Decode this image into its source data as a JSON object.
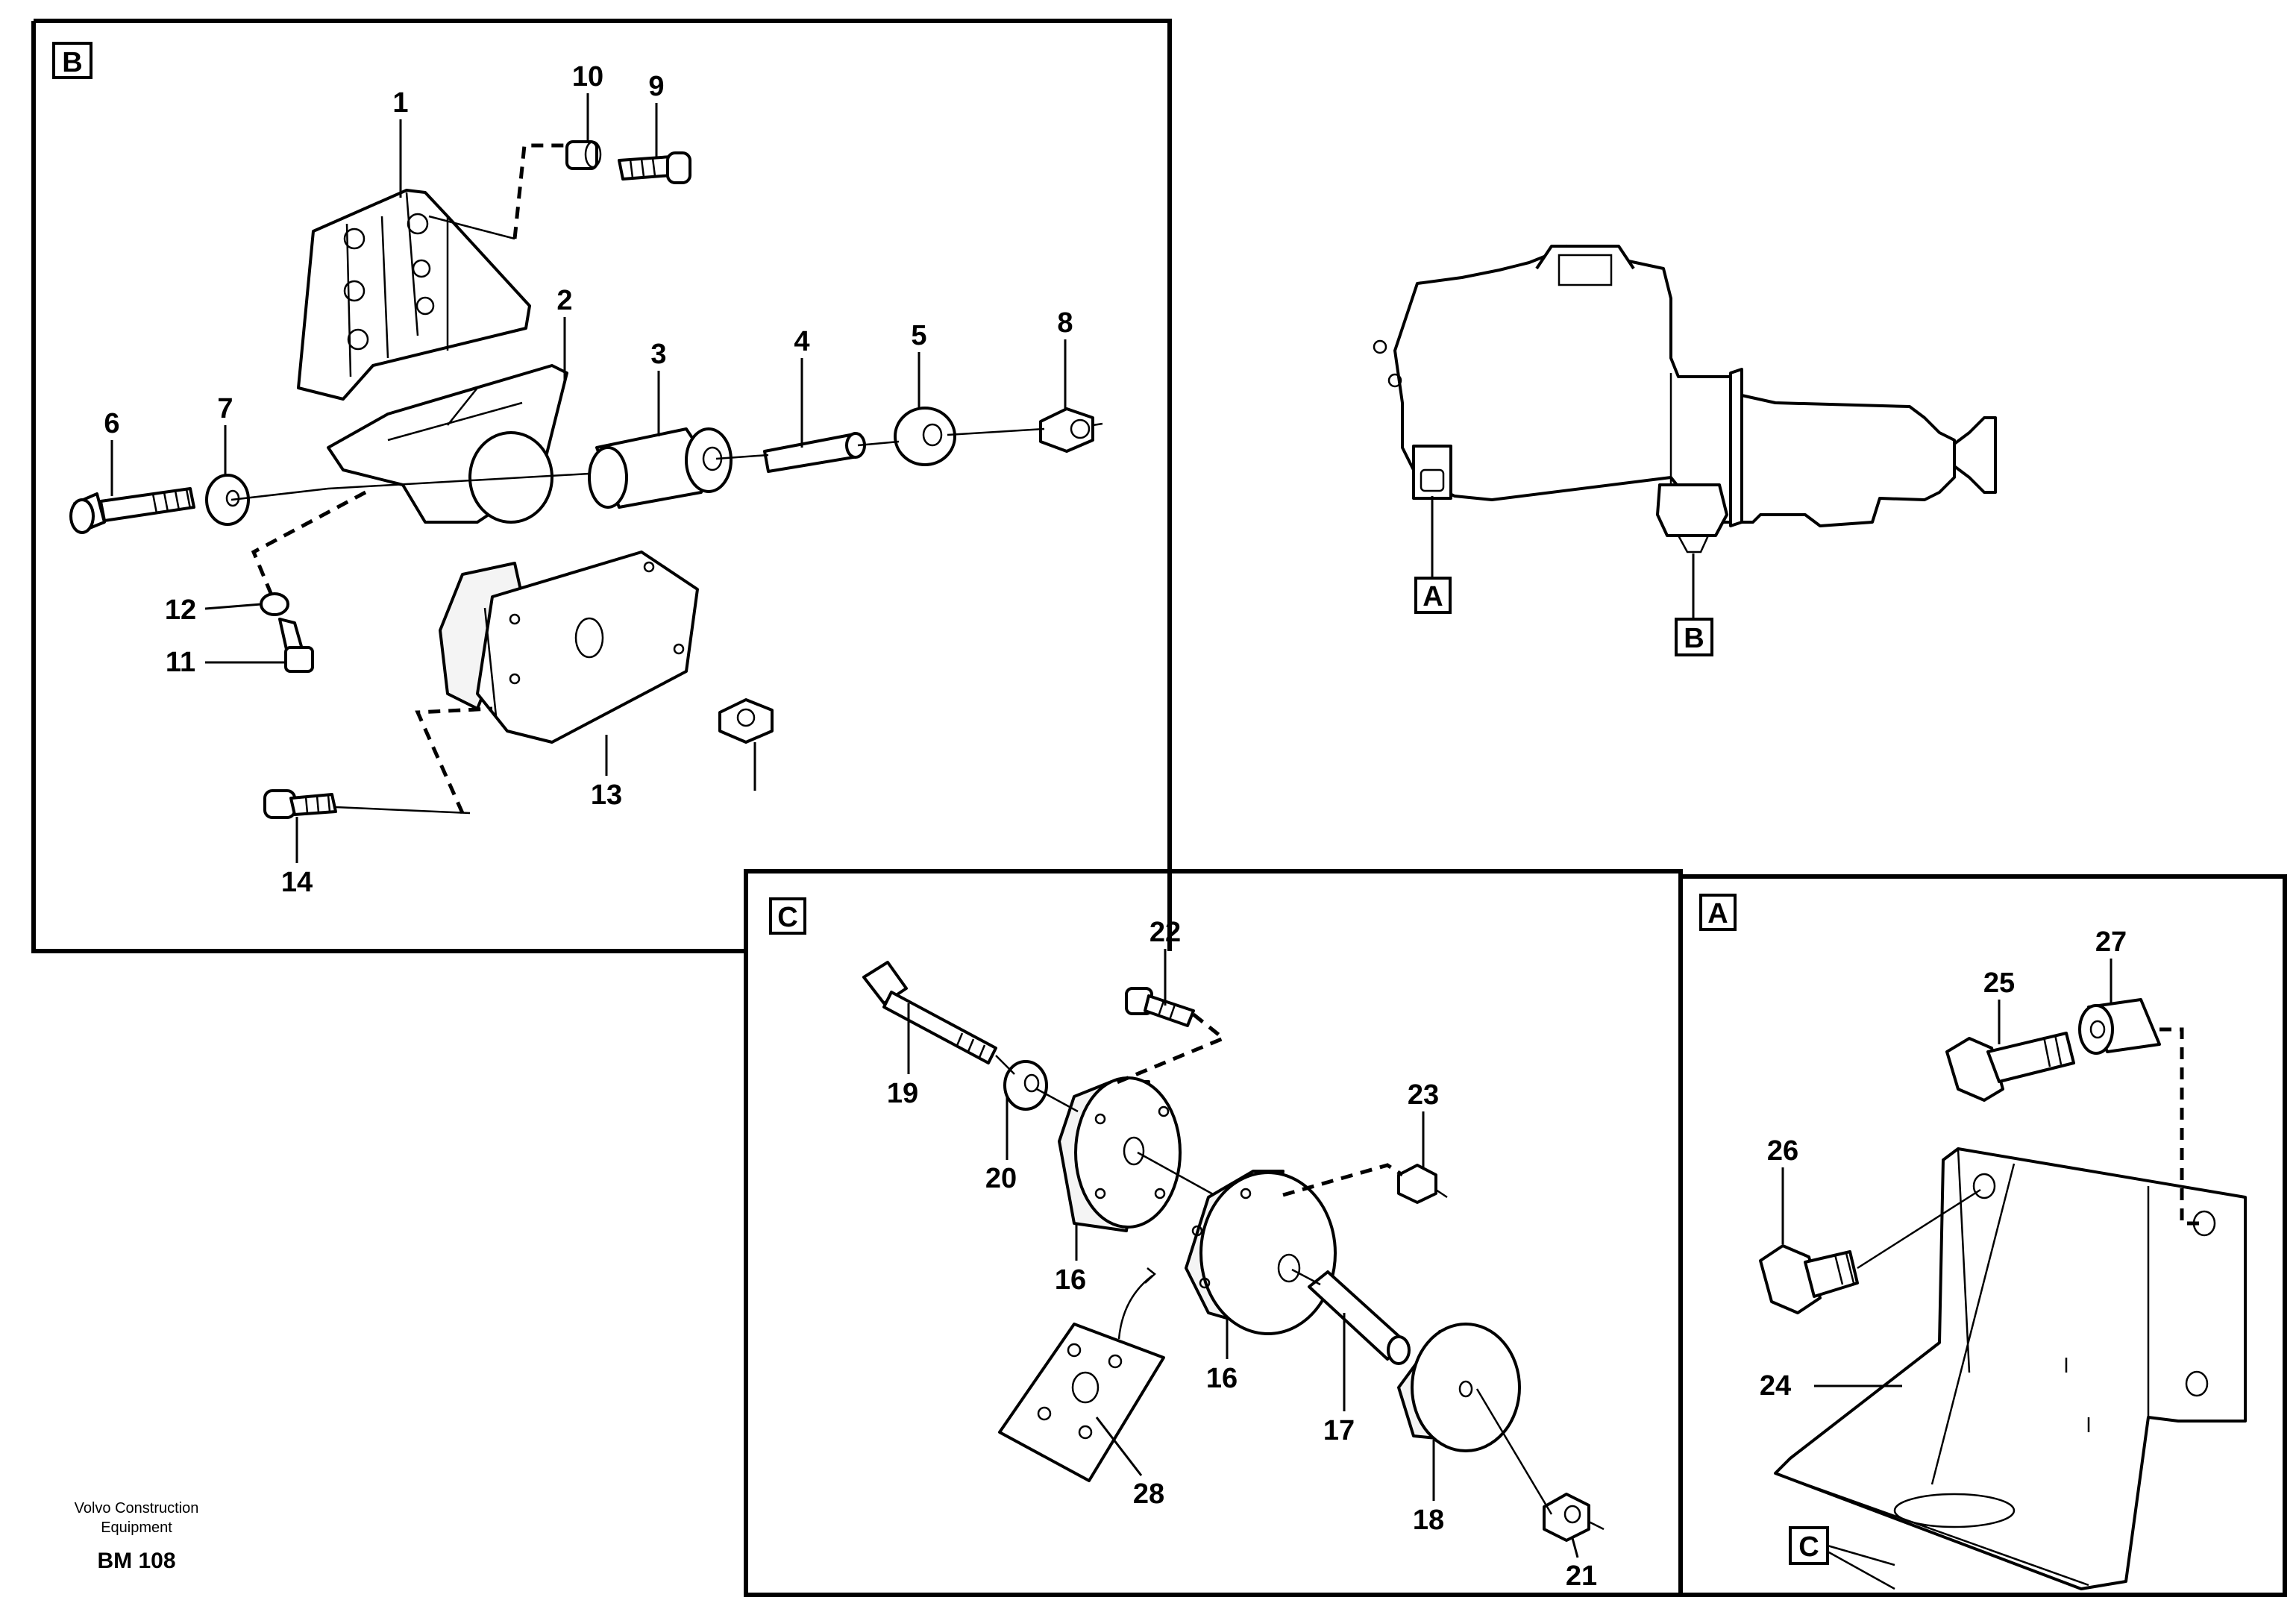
{
  "panels": {
    "b": {
      "label": "B"
    },
    "c": {
      "label": "C"
    },
    "a": {
      "label": "A"
    }
  },
  "overview": {
    "label_a": "A",
    "label_b": "B"
  },
  "bracket_a": {
    "ref_label": "C"
  },
  "callouts": {
    "p1": "1",
    "p2": "2",
    "p3": "3",
    "p4": "4",
    "p5": "5",
    "p6": "6",
    "p7": "7",
    "p8": "8",
    "p9": "9",
    "p10": "10",
    "p11": "11",
    "p12": "12",
    "p13": "13",
    "p14": "14",
    "p16a": "16",
    "p16b": "16",
    "p17": "17",
    "p18": "18",
    "p19": "19",
    "p20": "20",
    "p21": "21",
    "p22": "22",
    "p23": "23",
    "p24": "24",
    "p25": "25",
    "p26": "26",
    "p27": "27",
    "p28": "28"
  },
  "footer": {
    "company_line1": "Volvo Construction",
    "company_line2": "Equipment",
    "code": "BM 108"
  }
}
